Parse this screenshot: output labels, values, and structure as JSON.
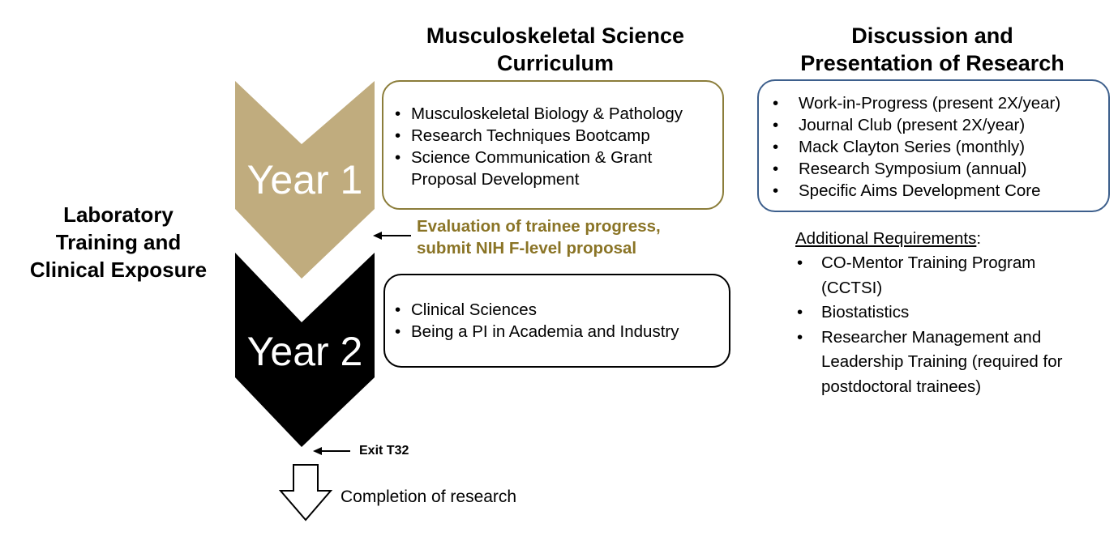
{
  "headings": {
    "curriculum": [
      "Musculoskeletal Science",
      "Curriculum"
    ],
    "discussion": [
      "Discussion and",
      "Presentation of Research"
    ]
  },
  "left_label": [
    "Laboratory",
    "Training and",
    "Clinical Exposure"
  ],
  "stages": [
    {
      "label": "Year 1",
      "color": "#c0ac7e"
    },
    {
      "label": "Year 2",
      "color": "#000000"
    }
  ],
  "year1_box": {
    "items": [
      "Musculoskeletal Biology & Pathology",
      "Research Techniques Bootcamp",
      "Science Communication & Grant",
      "Proposal Development"
    ]
  },
  "evaluation": [
    "Evaluation of trainee progress,",
    "submit NIH F-level proposal"
  ],
  "year2_box": {
    "items": [
      "Clinical Sciences",
      "Being a PI in Academia and Industry"
    ]
  },
  "discussion_box": {
    "items": [
      "Work-in-Progress (present 2X/year)",
      "Journal Club (present 2X/year)",
      "Mack Clayton Series (monthly)",
      "Research Symposium (annual)",
      "Specific Aims Development Core"
    ]
  },
  "additional": {
    "title": "Additional Requirements",
    "colon": ":",
    "items": [
      [
        "CO-Mentor Training Program",
        "(CCTSI)"
      ],
      [
        "Biostatistics"
      ],
      [
        "Researcher Management and",
        "Leadership Training (required for",
        "postdoctoral trainees)"
      ]
    ]
  },
  "exit_label": "Exit T32",
  "completion_label": "Completion of research",
  "colors": {
    "gold_text": "#8a7426",
    "gold_border": "#8b7d3a",
    "blue_border": "#3d5f8c"
  }
}
